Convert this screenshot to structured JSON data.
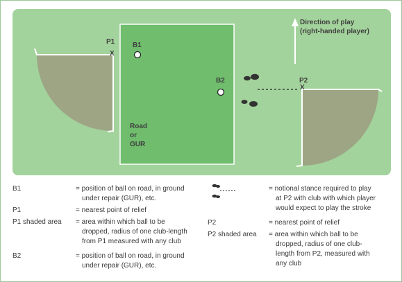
{
  "labels": {
    "direction": "Direction of play",
    "direction_sub": "(right-handed player)",
    "p1": "P1",
    "b1": "B1",
    "b2": "B2",
    "p2": "P2",
    "x_mark": "X",
    "road_line1": "Road",
    "road_line2": "or",
    "road_line3": "GUR"
  },
  "legend": {
    "left": [
      {
        "key": "B1",
        "desc": [
          "= position of ball on road, in ground",
          "under repair (GUR), etc."
        ]
      },
      {
        "key": "P1",
        "desc": [
          "= nearest point of relief"
        ]
      },
      {
        "key": "P1 shaded area",
        "desc": [
          "= area within which ball to be",
          "dropped, radius of one club-length",
          "from P1 measured with any club"
        ]
      },
      {
        "key": "B2",
        "desc": [
          "= position of ball on road, in ground",
          "under repair (GUR), etc."
        ]
      }
    ],
    "right": [
      {
        "key": "",
        "desc": [
          "= notional stance required to play",
          "at P2 with club with which player",
          "would expect to play the stroke"
        ]
      },
      {
        "key": "P2",
        "desc": [
          "= nearest point of relief"
        ]
      },
      {
        "key": "P2 shaded area",
        "desc": [
          "= area within which ball to be",
          "dropped, radius of one club-",
          "length from P2, measured with",
          "any club"
        ]
      }
    ]
  },
  "colors": {
    "fairway": "#a3d39c",
    "road": "#6fbd6d",
    "shaded": "#9da585",
    "text": "#3f3f3f"
  }
}
